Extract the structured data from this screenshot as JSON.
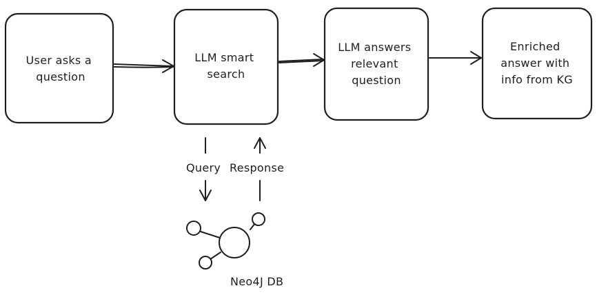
{
  "nodes": {
    "user": [
      "User asks a",
      "question"
    ],
    "search": [
      "LLM smart",
      "search"
    ],
    "answers": [
      "LLM answers",
      "relevant",
      "question"
    ],
    "enriched": [
      "Enriched",
      "answer with",
      "info from KG"
    ]
  },
  "edges": {
    "query_label": "Query",
    "response_label": "Response"
  },
  "database": {
    "label": "Neo4J DB",
    "icon": "graph-network-icon"
  }
}
